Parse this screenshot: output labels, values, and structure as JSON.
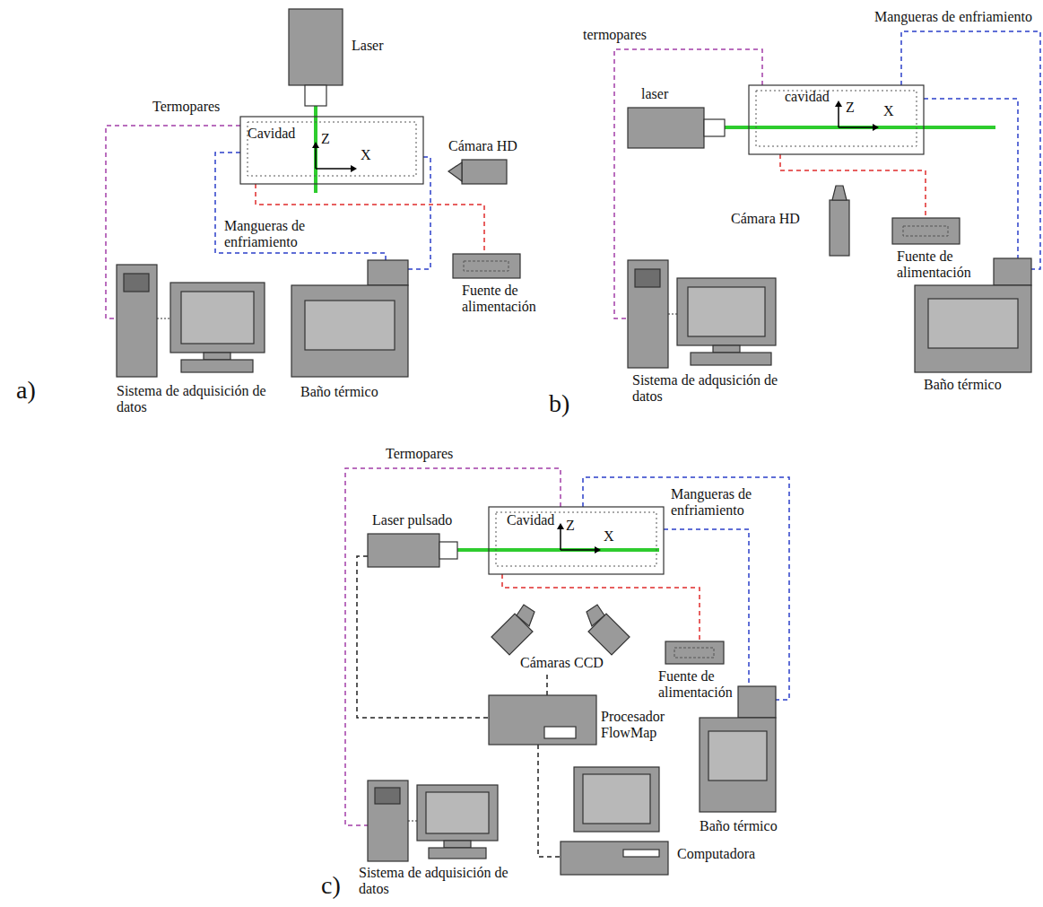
{
  "diagram": {
    "nodes": [
      {
        "text": [
          "Laser"
        ]
      },
      {
        "text": [
          "Cavidad"
        ]
      },
      {
        "text": [
          "Cámara HD"
        ]
      },
      {
        "text": [
          "Sistema de adquisición de datos"
        ]
      },
      {
        "text": [
          "Baño térmico"
        ]
      },
      {
        "text": [
          "Fuente de alimentación"
        ]
      },
      {
        "text": [
          "laser"
        ]
      },
      {
        "text": [
          "cavidad"
        ]
      },
      {
        "text": [
          "Cámara HD"
        ]
      },
      {
        "text": [
          "Sistema de adqusición de datos"
        ]
      },
      {
        "text": [
          "Fuente de alimentación"
        ]
      },
      {
        "text": [
          "Baño térmico"
        ]
      },
      {
        "text": [
          "Laser pulsado"
        ]
      },
      {
        "text": [
          "Cavidad"
        ]
      },
      {
        "text": [
          "Cámaras CCD"
        ]
      },
      {
        "text": [
          "Procesador FlowMap"
        ]
      },
      {
        "text": [
          "Fuente de alimentación"
        ]
      },
      {
        "text": [
          "Baño térmico"
        ]
      },
      {
        "text": [
          "Sistema de adquisición de datos"
        ]
      },
      {
        "text": [
          "Computadora"
        ]
      }
    ],
    "edges": [
      {
        "from": 0,
        "to": 1,
        "arrow": "none"
      },
      {
        "from": 1,
        "to": 3,
        "label": "Termopares",
        "arrow": "none"
      },
      {
        "from": 1,
        "to": 4,
        "label": "Mangueras de enfriamiento",
        "arrow": "none"
      },
      {
        "from": 1,
        "to": 4,
        "arrow": "none"
      },
      {
        "from": 1,
        "to": 5,
        "arrow": "none"
      },
      {
        "from": 6,
        "to": 7,
        "arrow": "none"
      },
      {
        "from": 7,
        "to": 9,
        "label": "termopares",
        "arrow": "none"
      },
      {
        "from": 7,
        "to": 11,
        "label": "Mangueras de enfriamiento",
        "arrow": "none"
      },
      {
        "from": 7,
        "to": 11,
        "arrow": "none"
      },
      {
        "from": 7,
        "to": 10,
        "arrow": "none"
      },
      {
        "from": 12,
        "to": 13,
        "arrow": "none"
      },
      {
        "from": 13,
        "to": 18,
        "label": "Termopares",
        "arrow": "none"
      },
      {
        "from": 13,
        "to": 17,
        "label": "Mangueras de enfriamiento",
        "arrow": "none"
      },
      {
        "from": 13,
        "to": 17,
        "arrow": "none"
      },
      {
        "from": 13,
        "to": 16,
        "arrow": "none"
      },
      {
        "from": 12,
        "to": 15,
        "arrow": "none"
      },
      {
        "from": 14,
        "to": 15,
        "arrow": "none"
      },
      {
        "from": 15,
        "to": 19,
        "arrow": "none"
      }
    ],
    "labels": [
      "a)",
      "Z",
      "X",
      "b)",
      "Z",
      "X",
      "c)",
      "Z",
      "X"
    ]
  }
}
